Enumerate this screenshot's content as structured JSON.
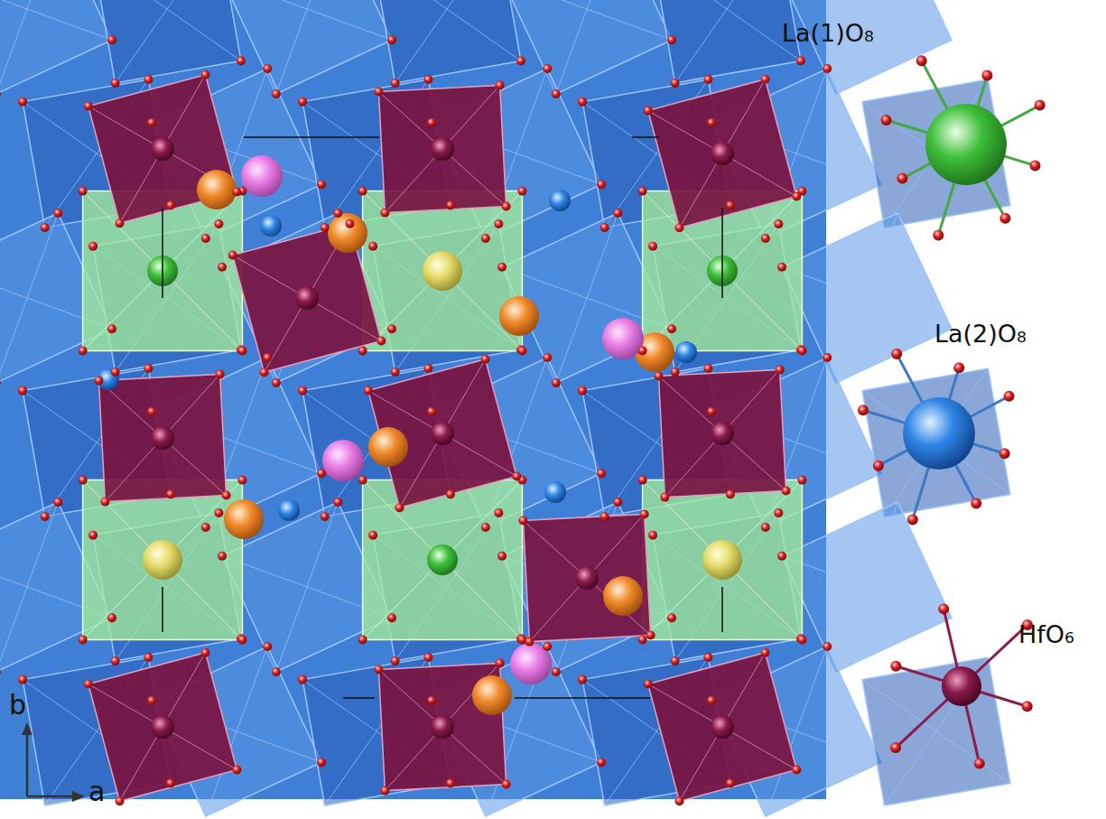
{
  "diagram": {
    "labels": [
      "b",
      "a"
    ],
    "legend": [
      {
        "text": "La(1)O₈"
      },
      {
        "text": "La(2)O₈"
      },
      {
        "text": "HfO₆"
      }
    ]
  }
}
